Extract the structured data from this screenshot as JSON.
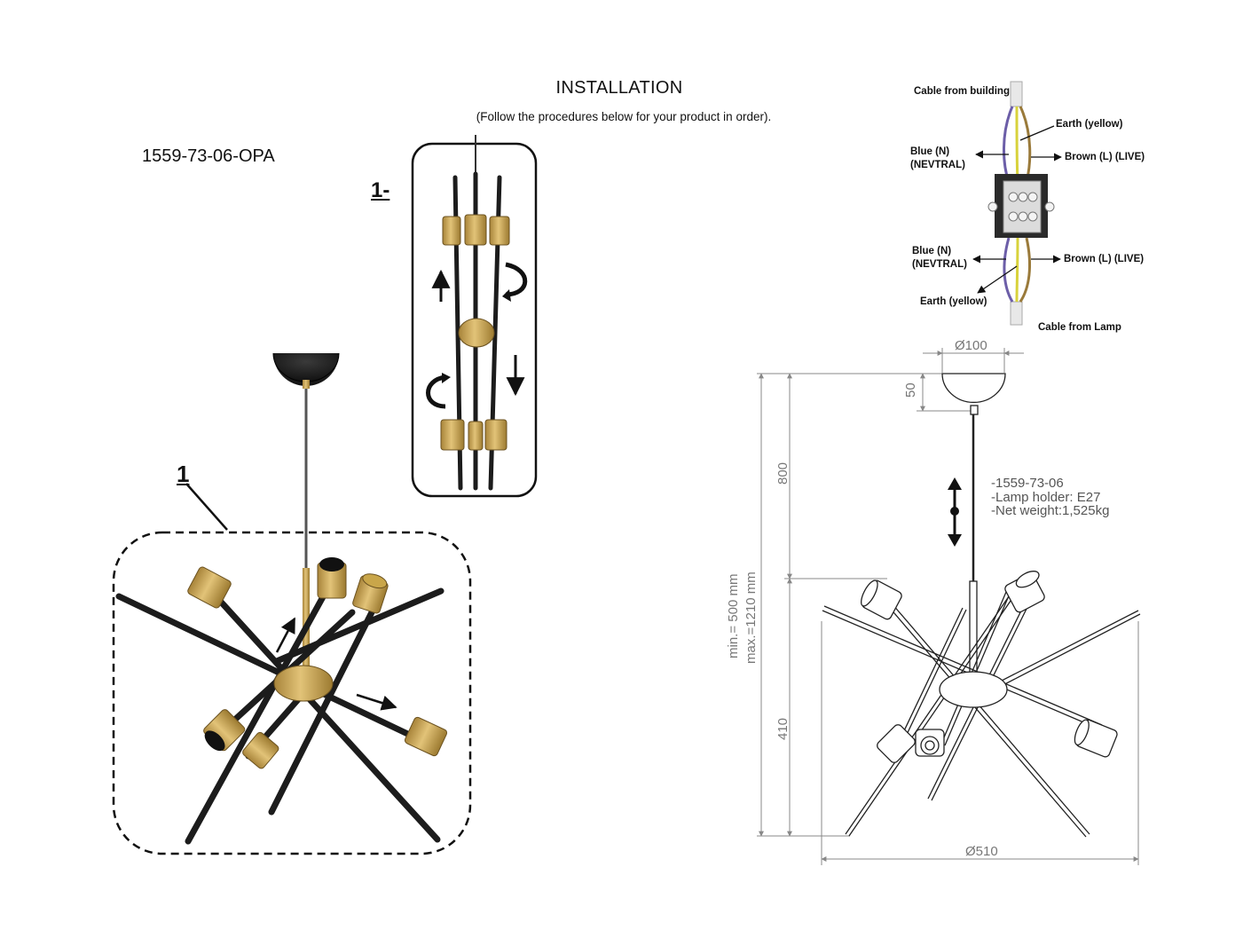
{
  "header": {
    "title": "INSTALLATION",
    "subtitle": "(Follow the procedures below for your product in order)."
  },
  "product": {
    "model_code": "1559-73-06-OPA"
  },
  "assembly": {
    "step_label": "1-",
    "callout_number": "1"
  },
  "wiring": {
    "cable_from_building": "Cable from building",
    "earth_top": "Earth (yellow)",
    "blue_top_line1": "Blue (N)",
    "blue_top_line2": "(NEVTRAL)",
    "brown_top": "Brown (L) (LIVE)",
    "blue_bottom_line1": "Blue (N)",
    "blue_bottom_line2": "(NEVTRAL)",
    "brown_bottom": "Brown (L) (LIVE)",
    "earth_bottom": "Earth (yellow)",
    "cable_from_lamp": "Cable from Lamp",
    "wire_colors": {
      "blue": "#6c5ea8",
      "brown": "#9a7a3a",
      "earth": "#d8d23c"
    }
  },
  "dimensions": {
    "canopy_diameter": "Ø100",
    "canopy_height": "50",
    "rod_length": "800",
    "body_height": "410",
    "total_min": "min.= 500 mm",
    "total_max": "max.=1210 mm",
    "width_diameter": "Ø510"
  },
  "specs": {
    "line1": "-1559-73-06",
    "line2": "-Lamp holder: E27",
    "line3": "-Net weight:1,525kg"
  },
  "colors": {
    "gold": "#c9a64a",
    "black_rod": "#1c1c1c",
    "dimension_gray": "#888888"
  }
}
